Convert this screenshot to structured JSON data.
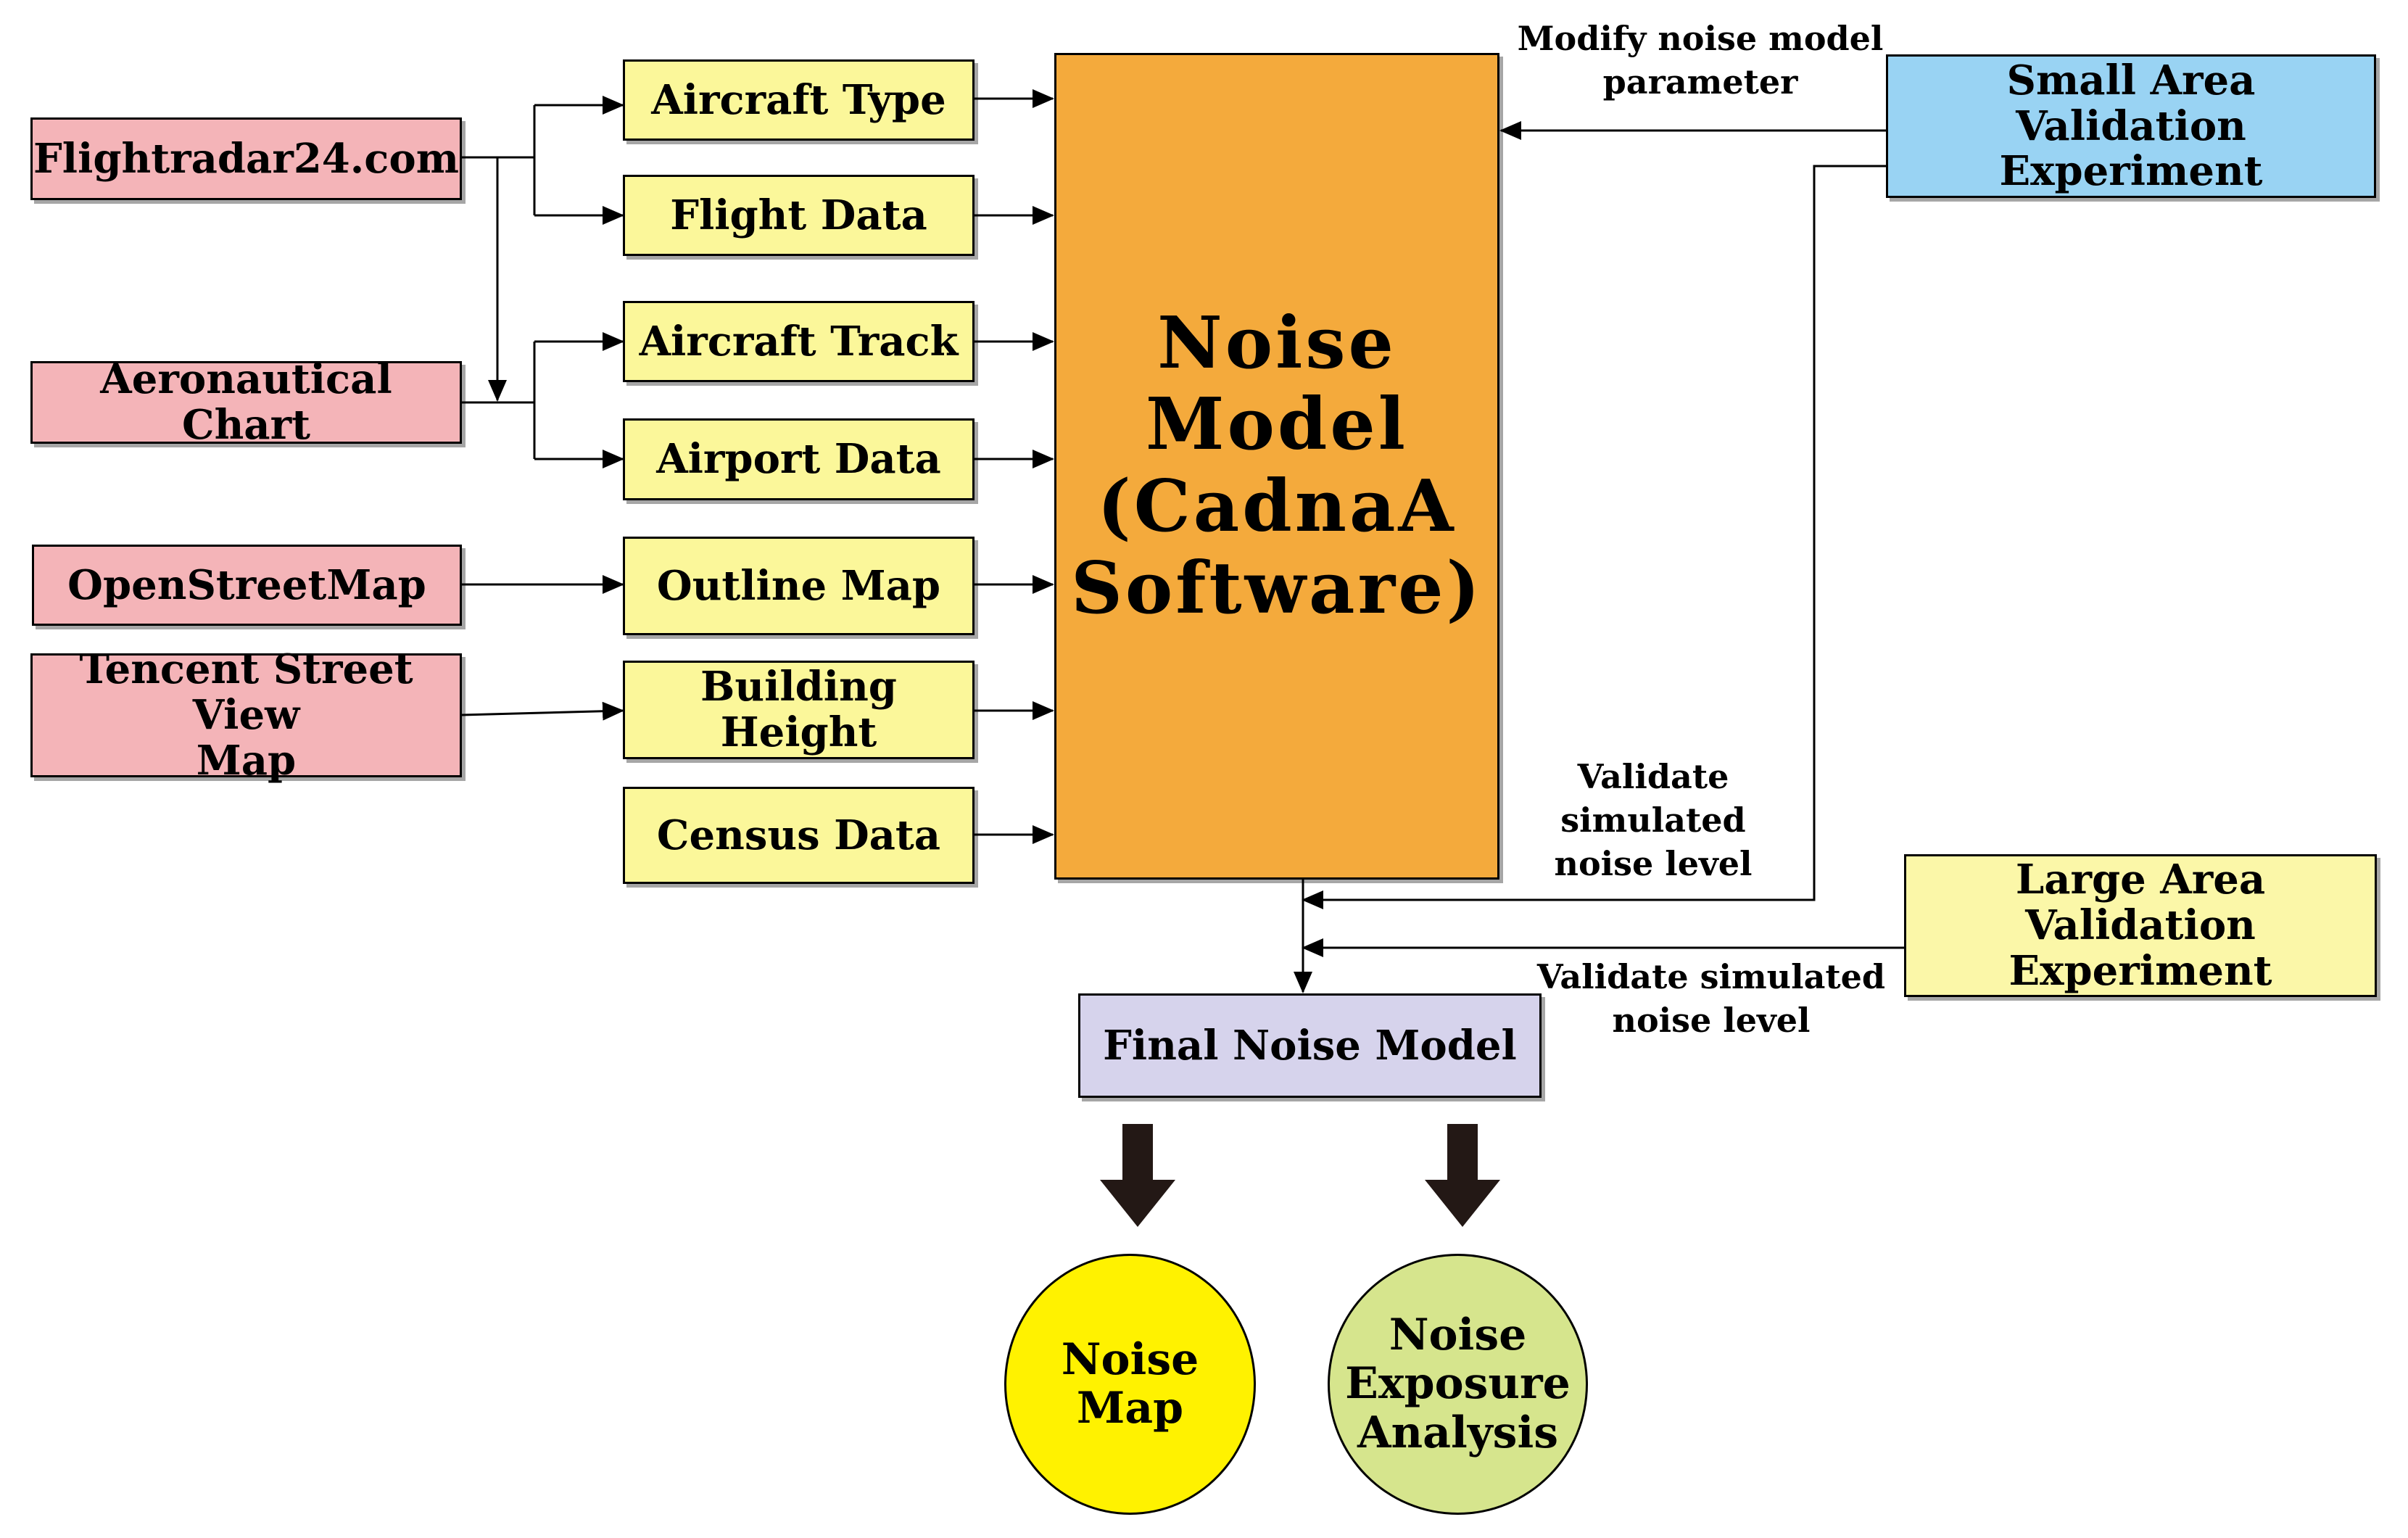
{
  "colors": {
    "source": "#f4b4b8",
    "input": "#fbf79a",
    "core": "#f4aa3c",
    "small_area": "#99d3f3",
    "large_area": "#fbf7a8",
    "final": "#d6d3ec",
    "noise_map": "#fff200",
    "exposure": "#d6e58d"
  },
  "sources": {
    "flightradar": "Flightradar24.com",
    "aero_chart": "Aeronautical Chart",
    "osm": "OpenStreetMap",
    "tencent": "Tencent Street View\nMap"
  },
  "inputs": {
    "aircraft_type": "Aircraft Type",
    "flight_data": "Flight Data",
    "aircraft_track": "Aircraft Track",
    "airport_data": "Airport Data",
    "outline_map": "Outline Map",
    "building_height": "Building Height",
    "census_data": "Census Data"
  },
  "core": {
    "label": "Noise Model\n(CadnaA\nSoftware)"
  },
  "validation": {
    "small_area": "Small Area\nValidation Experiment",
    "large_area": "Large Area\nValidation Experiment"
  },
  "annotations": {
    "modify": "Modify noise model\nparameter",
    "validate_small": "Validate\nsimulated\nnoise level",
    "validate_large": "Validate simulated\nnoise level"
  },
  "final": {
    "label": "Final Noise Model"
  },
  "outputs": {
    "noise_map": "Noise Map",
    "exposure": "Noise\nExposure\nAnalysis"
  }
}
